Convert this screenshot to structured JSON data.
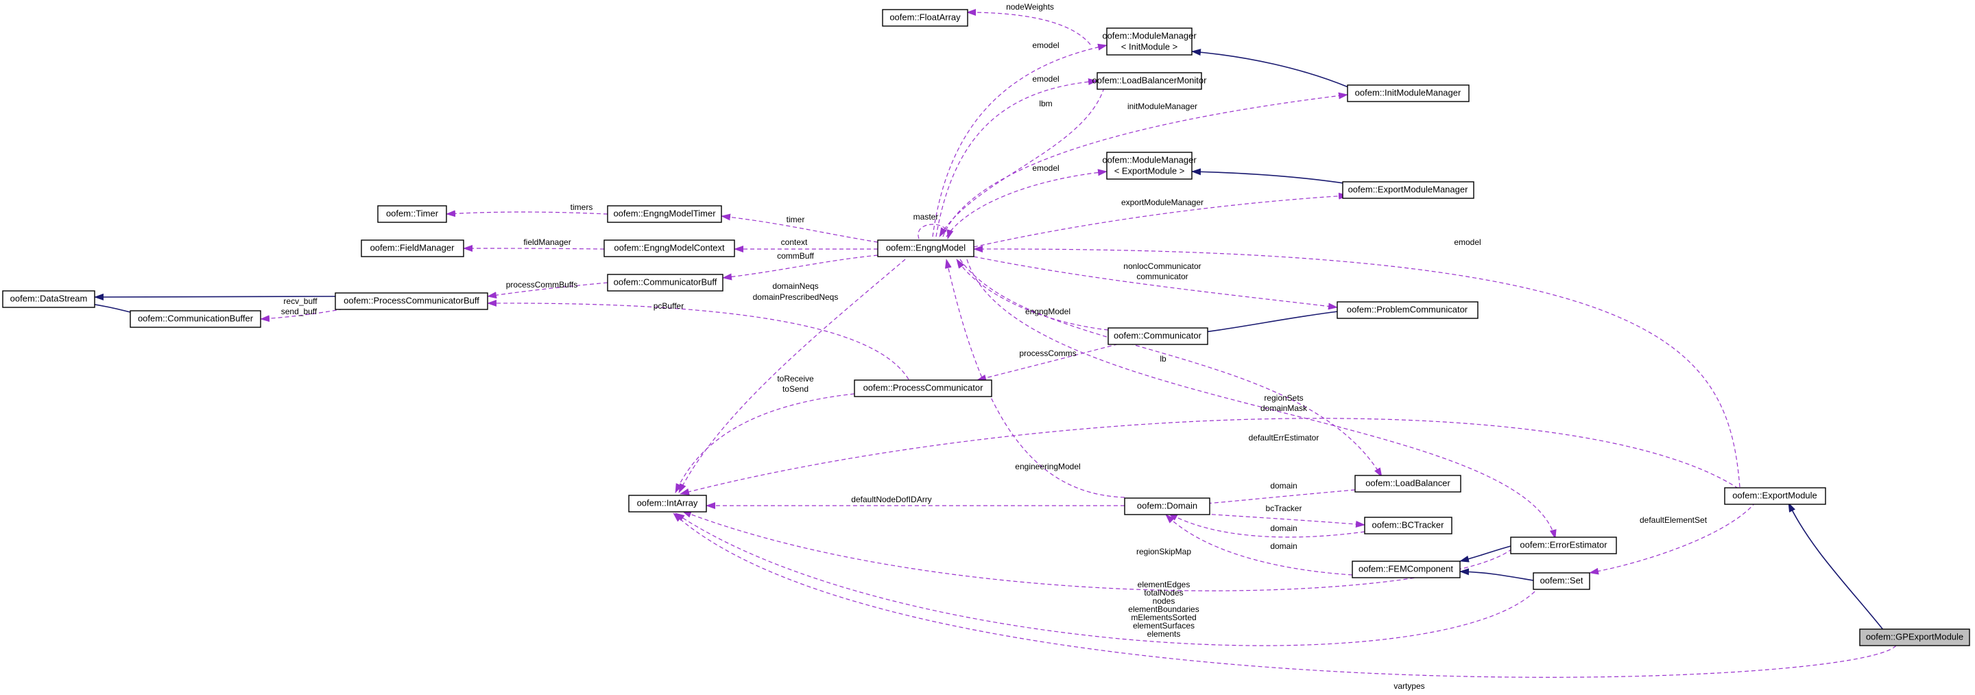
{
  "nodes": {
    "float_array": "oofem::FloatArray",
    "mm_init_1": "oofem::ModuleManager",
    "mm_init_2": "< InitModule >",
    "load_balancer_monitor": "oofem::LoadBalancerMonitor",
    "init_module_manager": "oofem::InitModuleManager",
    "mm_export_1": "oofem::ModuleManager",
    "mm_export_2": "< ExportModule >",
    "export_module_manager": "oofem::ExportModuleManager",
    "timer": "oofem::Timer",
    "engng_model_timer": "oofem::EngngModelTimer",
    "field_manager": "oofem::FieldManager",
    "engng_model_context": "oofem::EngngModelContext",
    "engng_model": "oofem::EngngModel",
    "data_stream": "oofem::DataStream",
    "process_communicator_buff": "oofem::ProcessCommunicatorBuff",
    "communicator_buff": "oofem::CommunicatorBuff",
    "communication_buffer": "oofem::CommunicationBuffer",
    "problem_communicator": "oofem::ProblemCommunicator",
    "communicator": "oofem::Communicator",
    "process_communicator": "oofem::ProcessCommunicator",
    "int_array": "oofem::IntArray",
    "domain": "oofem::Domain",
    "load_balancer": "oofem::LoadBalancer",
    "bc_tracker": "oofem::BCTracker",
    "export_module": "oofem::ExportModule",
    "error_estimator": "oofem::ErrorEstimator",
    "fem_component": "oofem::FEMComponent",
    "set": "oofem::Set",
    "gp_export_module": "oofem::GPExportModule"
  },
  "labels": {
    "nodeWeights": "nodeWeights",
    "emodel_1": "emodel",
    "emodel_2": "emodel",
    "lbm": "lbm",
    "initModuleManager": "initModuleManager",
    "emodel_3": "emodel",
    "exportModuleManager": "exportModuleManager",
    "master": "master",
    "timers": "timers",
    "timer": "timer",
    "fieldManager": "fieldManager",
    "context": "context",
    "commBuff": "commBuff",
    "emodel_4": "emodel",
    "processCommBuffs": "processCommBuffs",
    "recv_buff": "recv_buff",
    "send_buff": "send_buff",
    "domainNeqs": "domainNeqs",
    "domainPrescribedNeqs": "domainPrescribedNeqs",
    "nonlocCommunicator": "nonlocCommunicator",
    "communicator": "communicator",
    "pcBuffer": "pcBuffer",
    "engngModel": "engngModel",
    "processComms": "processComms",
    "lb": "lb",
    "toReceive": "toReceive",
    "toSend": "toSend",
    "regionSets": "regionSets",
    "domainMask": "domainMask",
    "defaultErrEstimator": "defaultErrEstimator",
    "engineeringModel": "engineeringModel",
    "domain_1": "domain",
    "defaultNodeDofIDArry": "defaultNodeDofIDArry",
    "bcTracker": "bcTracker",
    "domain_2": "domain",
    "defaultElementSet": "defaultElementSet",
    "regionSkipMap": "regionSkipMap",
    "domain_3": "domain",
    "elementEdges": "elementEdges",
    "totalNodes": "totalNodes",
    "nodes": "nodes",
    "elementBoundaries": "elementBoundaries",
    "mElementsSorted": "mElementsSorted",
    "elementSurfaces": "elementSurfaces",
    "elements": "elements",
    "vartypes": "vartypes"
  },
  "colors": {
    "inheritance_edge": "#191970",
    "usage_edge": "#9a32cd",
    "highlight_node_fill": "#bfbfbf"
  }
}
